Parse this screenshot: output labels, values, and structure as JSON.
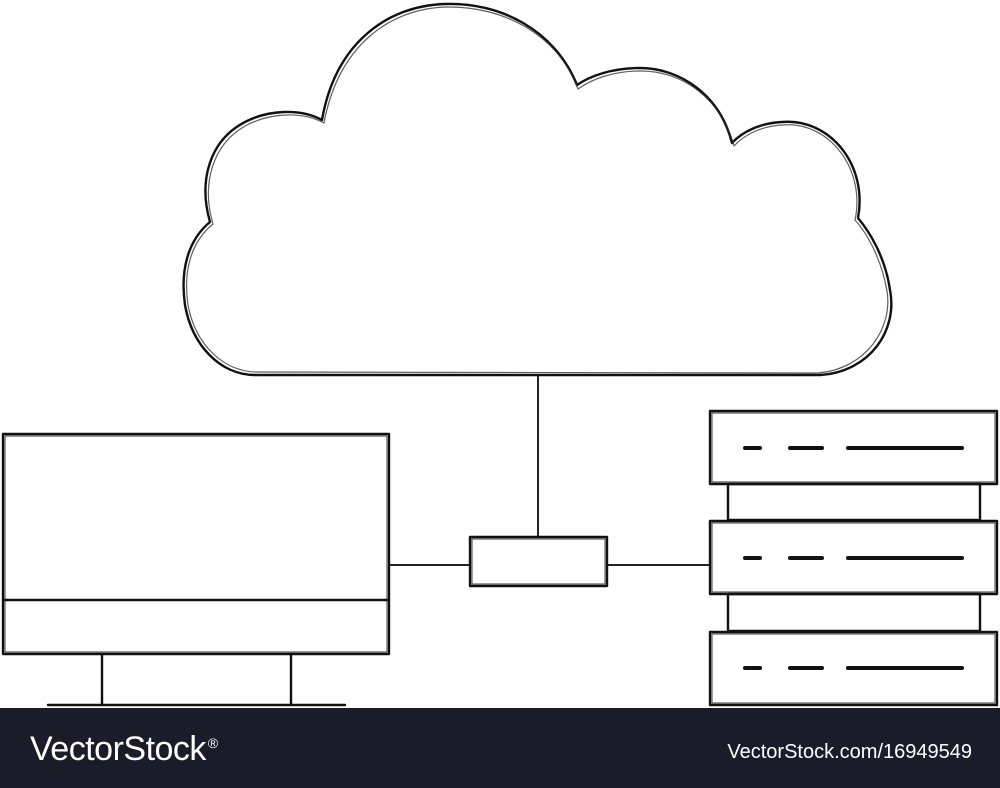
{
  "illustration": {
    "subject": "cloud-computing-network",
    "icons": [
      "cloud-icon",
      "monitor-icon",
      "network-hub-icon",
      "server-rack-icon"
    ],
    "stroke_color": "#111111",
    "background_color": "#ffffff"
  },
  "footer": {
    "background_color": "#1a1c2a",
    "brand_name": "VectorStock",
    "brand_mark": "®",
    "image_reference": "VectorStock.com/16949549"
  }
}
